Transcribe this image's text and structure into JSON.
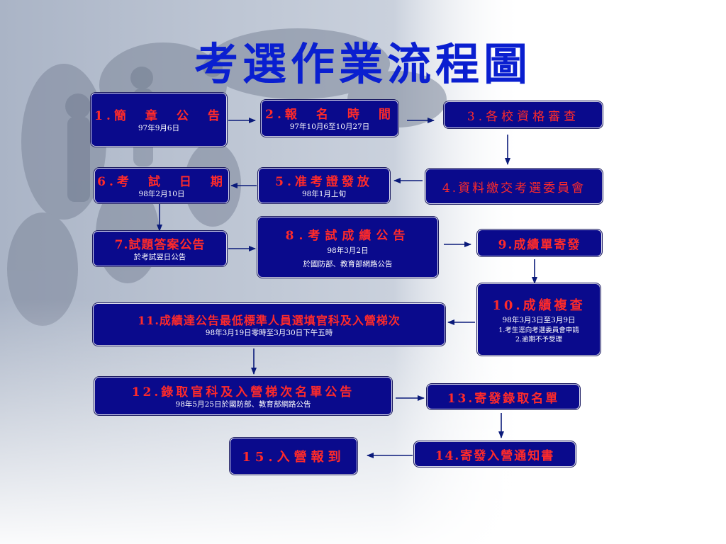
{
  "title": "考選作業流程圖",
  "steps": {
    "s1": {
      "label": "1.簡　章　公　告",
      "sub": "97年9月6日"
    },
    "s2": {
      "label": "2.報　名　時　間",
      "sub": "97年10月6至10月27日"
    },
    "s3": {
      "label": "3.各校資格審查"
    },
    "s4": {
      "label": "4.資料繳交考選委員會"
    },
    "s5": {
      "label": "5.准考證發放",
      "sub": "98年1月上旬"
    },
    "s6": {
      "label": "6.考　試　日　期",
      "sub": "98年2月10日"
    },
    "s7": {
      "label": "7.試題答案公告",
      "sub": "於考試翌日公告"
    },
    "s8": {
      "label": "8.考試成績公告",
      "sub1": "98年3月2日",
      "sub2": "於國防部、教育部網路公告"
    },
    "s9": {
      "label": "9.成績單寄發"
    },
    "s10": {
      "label": "10.成績複查",
      "sub1": "98年3月3日至3月9日",
      "sub2": "1.考生逕向考選委員會申請",
      "sub3": "2.逾期不予受理"
    },
    "s11": {
      "label": "11.成績達公告最低標準人員選填官科及入營梯次",
      "sub": "98年3月19日零時至3月30日下午五時"
    },
    "s12": {
      "label": "12.錄取官科及入營梯次名單公告",
      "sub": "98年5月25日於國防部、教育部網路公告"
    },
    "s13": {
      "label": "13.寄發錄取名單"
    },
    "s14": {
      "label": "14.寄發入營通知書"
    },
    "s15": {
      "label": "15.入營報到"
    }
  },
  "colors": {
    "title": "#0a1fd0",
    "box_fill": "#0a0a8c",
    "label": "#ff2a2a",
    "sub": "#ffffff",
    "arrow": "#0a1a7a"
  }
}
